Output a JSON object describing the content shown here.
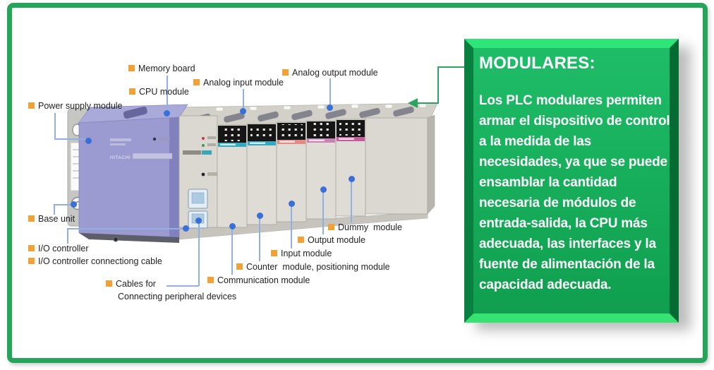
{
  "frame": {
    "border_color": "#27A45B"
  },
  "info_box": {
    "title": "MODULARES:",
    "body_lines": [
      "Los PLC modulares permiten",
      "armar el dispositivo de control",
      "a la medida de las",
      "necesidades, ya que se puede",
      "ensamblar la cantidad",
      "necesaria de módulos de",
      "entrada-salida, la CPU más",
      "adecuada, las interfaces y la",
      "fuente de alimentación de la",
      "capacidad adecuada."
    ],
    "face_color": "#12AD54",
    "bevel_top_color": "#2EE677",
    "bevel_dark_color": "#0A8040",
    "text_color": "#FFFFFF"
  },
  "diagram": {
    "bullet_color": "#F2A136",
    "line_color": "#8FB0E0",
    "dot_color": "#3A6FD8",
    "plc": {
      "brand": "HITACHI"
    },
    "labels": [
      {
        "id": "memory-board",
        "text": "Memory board"
      },
      {
        "id": "cpu-module",
        "text": "CPU module"
      },
      {
        "id": "analog-input-module",
        "text": "Analog input module"
      },
      {
        "id": "analog-output-module",
        "text": "Analog output module"
      },
      {
        "id": "power-supply-module",
        "text": "Power supply module"
      },
      {
        "id": "base-unit",
        "text": "Base unit"
      },
      {
        "id": "io-controller",
        "text": "I/O controller"
      },
      {
        "id": "io-controller-connecting-cable",
        "text": "I/O controller connectiong cable"
      },
      {
        "id": "cables-for-connecting-peripheral-devices",
        "text": "Cables for",
        "text2": "Connecting peripheral devices"
      },
      {
        "id": "communication-module",
        "text": "Communication module"
      },
      {
        "id": "counter-positioning-module",
        "text": "Counter  module, positioning module"
      },
      {
        "id": "input-module",
        "text": "Input module"
      },
      {
        "id": "output-module",
        "text": "Output module"
      },
      {
        "id": "dummy-module",
        "text": "Dummy  module"
      }
    ]
  },
  "arrow": {
    "color": "#2AA45E"
  }
}
